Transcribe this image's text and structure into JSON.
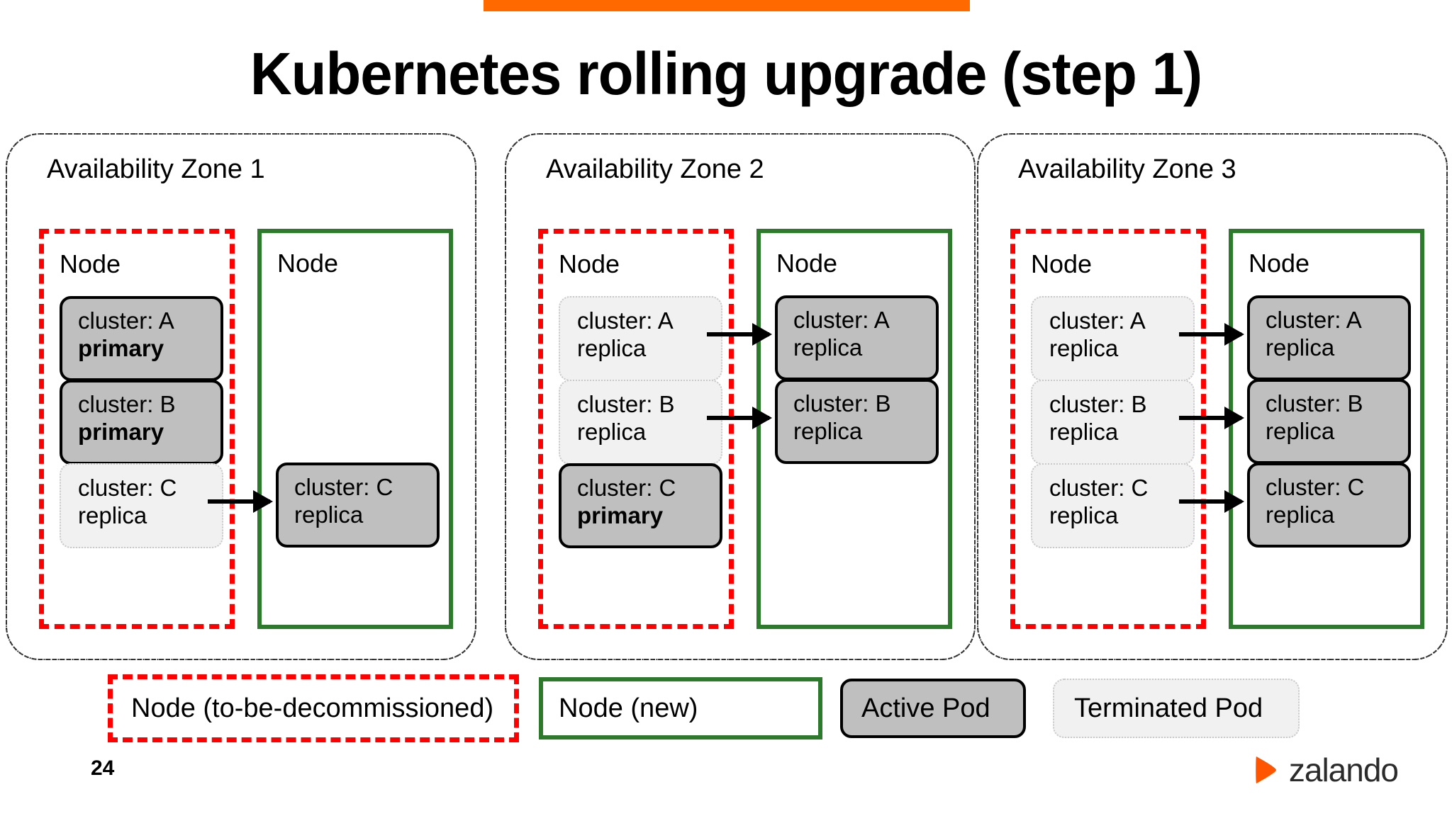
{
  "slide": {
    "title": "Kubernetes rolling upgrade (step 1)",
    "page_number": "24",
    "accent_color": "#FF6900"
  },
  "colors": {
    "accent_orange": "#FF6900",
    "node_old_border": "#FF0000",
    "node_new_border": "#2D7A2D",
    "pod_active_fill": "#BFBFBF",
    "pod_terminated_fill": "#F1F1F1",
    "zone_border": "#2B2B2B",
    "arrow": "#000000",
    "brand_orange": "#FF6900"
  },
  "zones": [
    {
      "label": "Availability Zone 1",
      "nodes": [
        {
          "label": "Node",
          "kind": "old",
          "pods": [
            {
              "cluster": "cluster: A",
              "role": "primary",
              "state": "active"
            },
            {
              "cluster": "cluster: B",
              "role": "primary",
              "state": "active"
            },
            {
              "cluster": "cluster: C",
              "role": "replica",
              "state": "terminated"
            }
          ]
        },
        {
          "label": "Node",
          "kind": "new",
          "pods": [
            {
              "cluster": "cluster: C",
              "role": "replica",
              "state": "active"
            }
          ]
        }
      ],
      "arrows": [
        {
          "from_slot": 2,
          "to_slot": 2
        }
      ]
    },
    {
      "label": "Availability Zone 2",
      "nodes": [
        {
          "label": "Node",
          "kind": "old",
          "pods": [
            {
              "cluster": "cluster: A",
              "role": "replica",
              "state": "terminated"
            },
            {
              "cluster": "cluster: B",
              "role": "replica",
              "state": "terminated"
            },
            {
              "cluster": "cluster: C",
              "role": "primary",
              "state": "active"
            }
          ]
        },
        {
          "label": "Node",
          "kind": "new",
          "pods": [
            {
              "cluster": "cluster: A",
              "role": "replica",
              "state": "active"
            },
            {
              "cluster": "cluster: B",
              "role": "replica",
              "state": "active"
            }
          ]
        }
      ],
      "arrows": [
        {
          "from_slot": 0,
          "to_slot": 0
        },
        {
          "from_slot": 1,
          "to_slot": 1
        }
      ]
    },
    {
      "label": "Availability Zone 3",
      "nodes": [
        {
          "label": "Node",
          "kind": "old",
          "pods": [
            {
              "cluster": "cluster: A",
              "role": "replica",
              "state": "terminated"
            },
            {
              "cluster": "cluster: B",
              "role": "replica",
              "state": "terminated"
            },
            {
              "cluster": "cluster: C",
              "role": "replica",
              "state": "terminated"
            }
          ]
        },
        {
          "label": "Node",
          "kind": "new",
          "pods": [
            {
              "cluster": "cluster: A",
              "role": "replica",
              "state": "active"
            },
            {
              "cluster": "cluster: B",
              "role": "replica",
              "state": "active"
            },
            {
              "cluster": "cluster: C",
              "role": "replica",
              "state": "active"
            }
          ]
        }
      ],
      "arrows": [
        {
          "from_slot": 0,
          "to_slot": 0
        },
        {
          "from_slot": 1,
          "to_slot": 1
        },
        {
          "from_slot": 2,
          "to_slot": 2
        }
      ]
    }
  ],
  "legend": {
    "node_old": "Node (to-be-decommissioned)",
    "node_new": "Node (new)",
    "pod_active": "Active Pod",
    "pod_terminated": "Terminated Pod"
  },
  "brand": {
    "name": "zalando",
    "mark": "play-triangle-icon"
  }
}
